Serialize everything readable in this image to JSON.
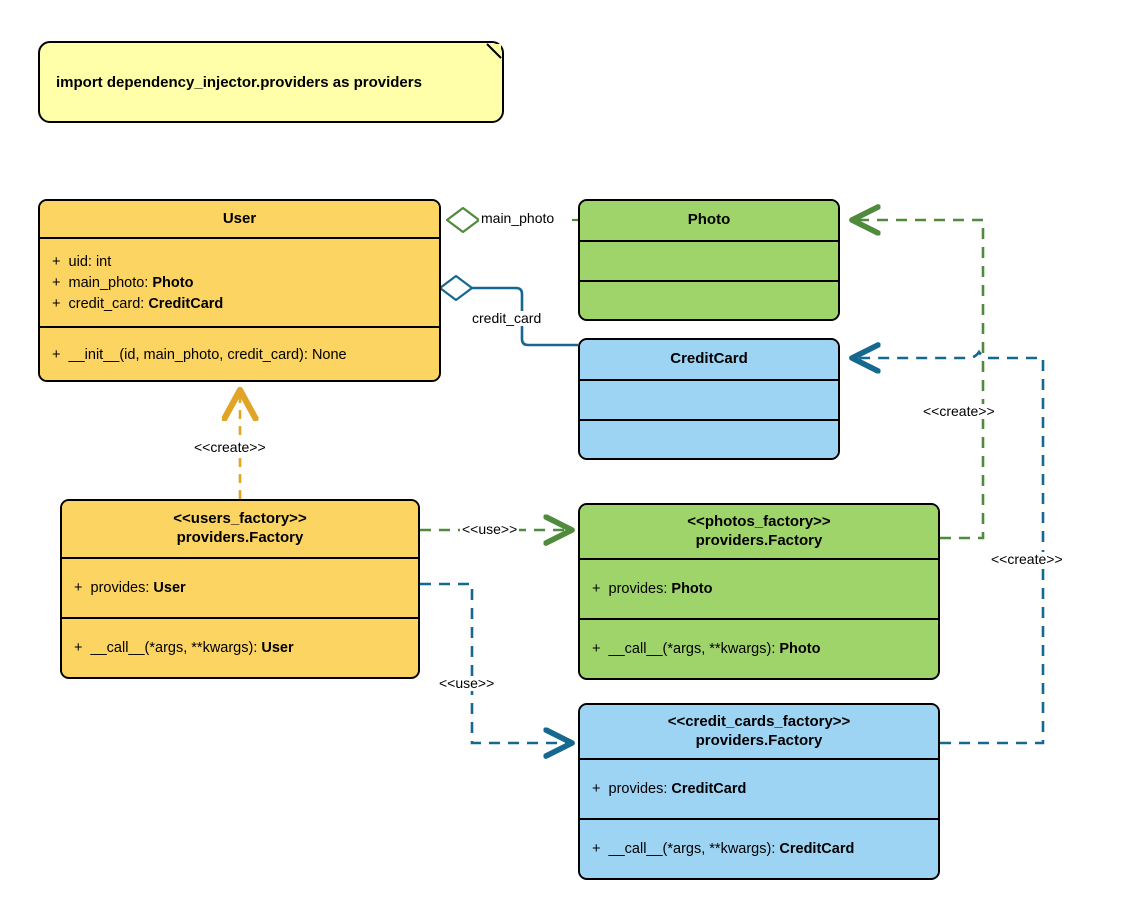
{
  "diagram": {
    "title": "Dependency Injector factory providers UML class diagram",
    "colors": {
      "yellow_fill": "#fcd462",
      "green_fill": "#9ed46a",
      "blue_fill": "#9dd3f3",
      "note_fill": "#feffa8",
      "green_edge": "#4f8a3d",
      "blue_edge": "#15688f",
      "orange_edge": "#e0a526",
      "outline": "#000000"
    }
  },
  "note": {
    "text": "import dependency_injector.providers as providers",
    "fold_icon": "page-fold-icon"
  },
  "classes": [
    {
      "id": "user",
      "name": "User",
      "stereotype": "",
      "attributes": [
        {
          "visibility": "+",
          "name": "uid: ",
          "type": "int",
          "type_bold": false
        },
        {
          "visibility": "+",
          "name": "main_photo: ",
          "type": "Photo",
          "type_bold": true
        },
        {
          "visibility": "+",
          "name": "credit_card: ",
          "type": "CreditCard",
          "type_bold": true
        }
      ],
      "operations": [
        {
          "visibility": "+",
          "name": "__init__(id, main_photo, credit_card): ",
          "type": "None",
          "type_bold": false
        }
      ]
    },
    {
      "id": "photo",
      "name": "Photo",
      "stereotype": "",
      "attributes": [],
      "operations": []
    },
    {
      "id": "creditcard",
      "name": "CreditCard",
      "stereotype": "",
      "attributes": [],
      "operations": []
    },
    {
      "id": "users_factory",
      "name": "providers.Factory",
      "stereotype": "<<users_factory>>",
      "attributes": [
        {
          "visibility": "+",
          "name": "provides: ",
          "type": "User",
          "type_bold": true
        }
      ],
      "operations": [
        {
          "visibility": "+",
          "name": "__call__(*args, **kwargs): ",
          "type": "User",
          "type_bold": true
        }
      ]
    },
    {
      "id": "photos_factory",
      "name": "providers.Factory",
      "stereotype": "<<photos_factory>>",
      "attributes": [
        {
          "visibility": "+",
          "name": "provides: ",
          "type": "Photo",
          "type_bold": true
        }
      ],
      "operations": [
        {
          "visibility": "+",
          "name": "__call__(*args, **kwargs): ",
          "type": "Photo",
          "type_bold": true
        }
      ]
    },
    {
      "id": "credit_cards_factory",
      "name": "providers.Factory",
      "stereotype": "<<credit_cards_factory>>",
      "attributes": [
        {
          "visibility": "+",
          "name": "provides: ",
          "type": "CreditCard",
          "type_bold": true
        }
      ],
      "operations": [
        {
          "visibility": "+",
          "name": "__call__(*args, **kwargs): ",
          "type": "CreditCard",
          "type_bold": true
        }
      ]
    }
  ],
  "edges": [
    {
      "id": "assoc-main-photo",
      "label": "main_photo",
      "from": "user",
      "to": "photo",
      "kind": "aggregation",
      "color": "#4f8a3d"
    },
    {
      "id": "assoc-credit-card",
      "label": "credit_card",
      "from": "user",
      "to": "creditcard",
      "kind": "aggregation",
      "color": "#15688f"
    },
    {
      "id": "create-user",
      "label": "<<create>>",
      "from": "users_factory",
      "to": "user",
      "kind": "create",
      "color": "#e0a526"
    },
    {
      "id": "use-photos-factory",
      "label": "<<use>>",
      "from": "users_factory",
      "to": "photos_factory",
      "kind": "use",
      "color": "#4f8a3d"
    },
    {
      "id": "use-credit-cards-factory",
      "label": "<<use>>",
      "from": "users_factory",
      "to": "credit_cards_factory",
      "kind": "use",
      "color": "#15688f"
    },
    {
      "id": "create-photo",
      "label": "<<create>>",
      "from": "photos_factory",
      "to": "photo",
      "kind": "create",
      "color": "#4f8a3d"
    },
    {
      "id": "create-credit-card",
      "label": "<<create>>",
      "from": "credit_cards_factory",
      "to": "creditcard",
      "kind": "create",
      "color": "#15688f"
    }
  ]
}
